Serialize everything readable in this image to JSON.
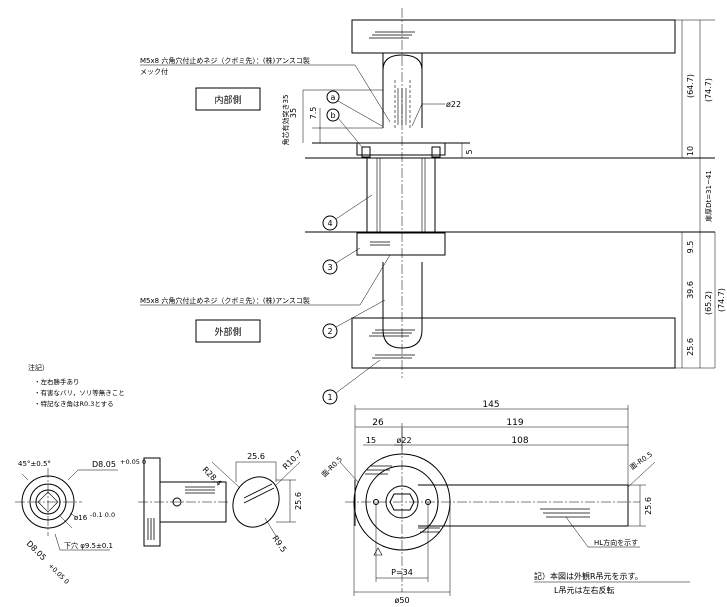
{
  "labels": {
    "screw_spec_top": "M5x8 六角穴付止めネジ（クボミ先）：(株)アンスコ製",
    "mekki": "メック付",
    "inner_side": "内部側",
    "outer_side": "外部側",
    "screw_spec_bottom": "M5x8 六角穴付止めネジ（クボミ先）：(株)アンスコ製",
    "setback_label": "角芯有効突き35",
    "door_thickness": "扉厚Dt=31~41",
    "hl_direction": "HL方向を示す",
    "figure_note_1": "記）本図は外観R吊元を示す。",
    "figure_note_2": "L吊元は左右反転",
    "chamfer_left": "面-R0.5",
    "chamfer_right": "面-R0.5",
    "tolerance_hole": "下穴 φ9.5±0.1",
    "angle": "45°±0.5°",
    "d_top": "D8.05",
    "d_top_tol": "+0.05 0",
    "d_bottom": "D8.05",
    "d_bottom_tol": "+0.05 0",
    "dia_16": "ø16",
    "dia_16_tol": "-0.1 0.0"
  },
  "notes": {
    "title": "注記）",
    "items": [
      "・左右勝手あり",
      "・有害なバリ，ソリ等無きこと",
      "・特記なき角はR0.3とする"
    ]
  },
  "balloons": {
    "a": "a",
    "b": "b",
    "p1": "1",
    "p2": "2",
    "p3": "3",
    "p4": "4"
  },
  "dimensions": {
    "d7_5": "7.5",
    "d35": "35",
    "dia22_top": "ø22",
    "d5": "5",
    "d64_7": "(64.7)",
    "d74_7_top": "(74.7)",
    "d10": "10",
    "d9_5": "9.5",
    "d39_6": "39.6",
    "d65_2": "(65.2)",
    "d74_7_bottom": "(74.7)",
    "d25_6_right": "25.6",
    "d145": "145",
    "d26": "26",
    "d119": "119",
    "d15": "15",
    "dia22_front": "ø22",
    "d108": "108",
    "d25_6_front": "25.6",
    "p34": "P=34",
    "dia50": "ø50",
    "d25_6_end_top": "25.6",
    "d25_6_end_side": "25.6",
    "r28_4": "R28.4",
    "r10_7": "R10.7",
    "r9_5": "R9.5"
  }
}
